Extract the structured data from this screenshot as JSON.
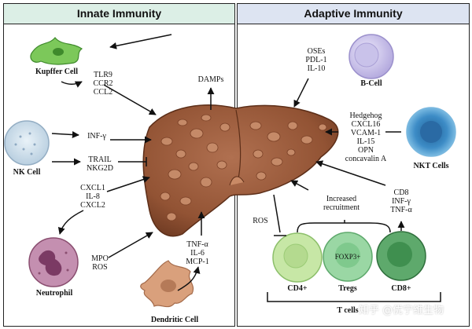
{
  "panels": {
    "innate": {
      "title": "Innate Immunity",
      "header_color": "#dcefe6"
    },
    "adaptive": {
      "title": "Adaptive Immunity",
      "header_color": "#dde4f2"
    }
  },
  "innate_cells": {
    "kupffer": "Kupffer Cell",
    "nk": "NK Cell",
    "neutrophil": "Neutrophil",
    "dendritic": "Dendritic Cell"
  },
  "innate_signals": {
    "kupffer": [
      "TLR9",
      "CCR2",
      "CCL2"
    ],
    "damps": "DAMPs",
    "nk_ifn": "INF-γ",
    "nk_trail": [
      "TRAIL",
      "NKG2D"
    ],
    "chemokines": [
      "CXCL1",
      "IL-8",
      "CXCL2"
    ],
    "neutrophil_out": [
      "MPO",
      "ROS"
    ],
    "dendritic_out": [
      "TNF-α",
      "IL-6",
      "MCP-1"
    ]
  },
  "adaptive_cells": {
    "bcell": "B-Cell",
    "nkt": "NKT Cells",
    "cd4": "CD4+",
    "tregs": "Tregs",
    "cd8": "CD8+",
    "tregs_marker": "FOXP3+",
    "tcells_group": "T cells"
  },
  "adaptive_signals": {
    "bcell": [
      "OSEs",
      "PDL-1",
      "IL-10"
    ],
    "nkt": [
      "Hedgehog",
      "CXCL16",
      "VCAM-1",
      "IL-15",
      "OPN",
      "concavalin A"
    ],
    "ros": "ROS",
    "recruitment": [
      "Increased",
      "recruitment"
    ],
    "cd8": [
      "CD8",
      "INF-γ",
      "TNF-α"
    ]
  },
  "watermark": "知乎 @优宁维生物",
  "colors": {
    "liver": "#9a5a3a",
    "liver_dark": "#6e3a22",
    "kupffer": "#7cc85a",
    "nk": "#cfe0ee",
    "neutrophil": "#b06a8e",
    "dendritic": "#d9a07c",
    "bcell": "#c9c2ea",
    "nkt": "#4a9ad0",
    "cd4": "#c7e7a6",
    "tregs": "#7fc98d",
    "cd8": "#3f8f4f"
  }
}
